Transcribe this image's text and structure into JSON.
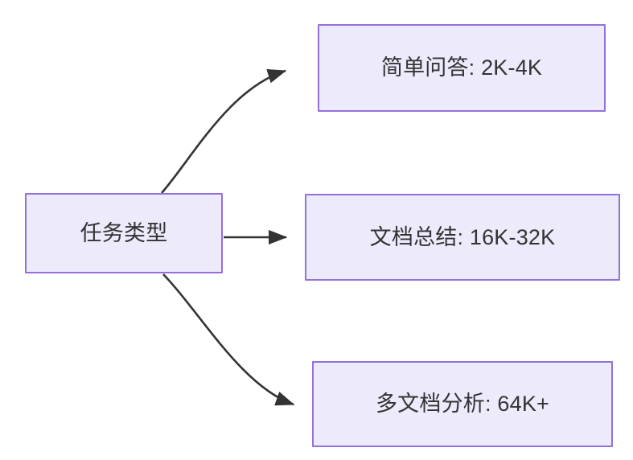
{
  "diagram": {
    "type": "flowchart",
    "direction": "left-to-right",
    "background_color": "#FFFFFF",
    "node_fill_color": "#ECEAFB",
    "node_border_color": "#9370DB",
    "node_text_color": "#333333",
    "edge_color": "#333333",
    "nodes": [
      {
        "id": "root",
        "label": "任务类型"
      },
      {
        "id": "simple-qa",
        "label": "简单问答: 2K-4K"
      },
      {
        "id": "doc-summary",
        "label": "文档总结: 16K-32K"
      },
      {
        "id": "multi-doc",
        "label": "多文档分析: 64K+"
      }
    ],
    "edges": [
      {
        "from": "root",
        "to": "simple-qa",
        "label": "",
        "style": "curved-arrow"
      },
      {
        "from": "root",
        "to": "doc-summary",
        "label": "",
        "style": "straight-arrow"
      },
      {
        "from": "root",
        "to": "multi-doc",
        "label": "",
        "style": "curved-arrow"
      }
    ]
  }
}
